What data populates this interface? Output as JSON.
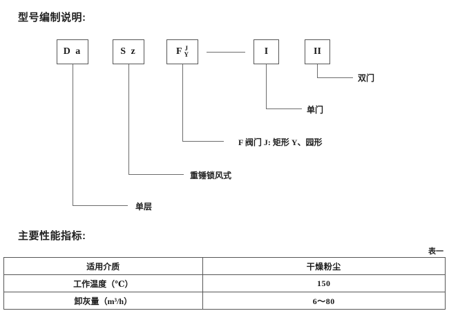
{
  "headings": {
    "model_code": "型号编制说明:",
    "performance": "主要性能指标:"
  },
  "diagram": {
    "boxes": [
      {
        "id": "box-da",
        "text": "D a"
      },
      {
        "id": "box-sz",
        "text": "S z"
      },
      {
        "id": "box-f",
        "text": "F",
        "numerator": "J",
        "denominator": "Y"
      },
      {
        "id": "box-i",
        "text": "I"
      },
      {
        "id": "box-ii",
        "text": "II"
      }
    ],
    "annotations": [
      {
        "id": "annot-double-door",
        "text": "双门"
      },
      {
        "id": "annot-single-door",
        "text": "单门"
      },
      {
        "id": "annot-valve",
        "text": "F 阀门 J: 矩形  Y、园形"
      },
      {
        "id": "annot-lock",
        "text": "重锤锁风式"
      },
      {
        "id": "annot-layer",
        "text": "单层"
      }
    ]
  },
  "table": {
    "caption": "表一",
    "rows": [
      {
        "label": "适用介质",
        "value": "干燥粉尘"
      },
      {
        "label": "工作温度（℃）",
        "value": "150"
      },
      {
        "label": "卸灰量（m³/h）",
        "value": "6～80"
      }
    ]
  },
  "colors": {
    "text": "#1f1f1f",
    "line": "#6b6b6b",
    "border": "#555555",
    "background": "#ffffff"
  }
}
